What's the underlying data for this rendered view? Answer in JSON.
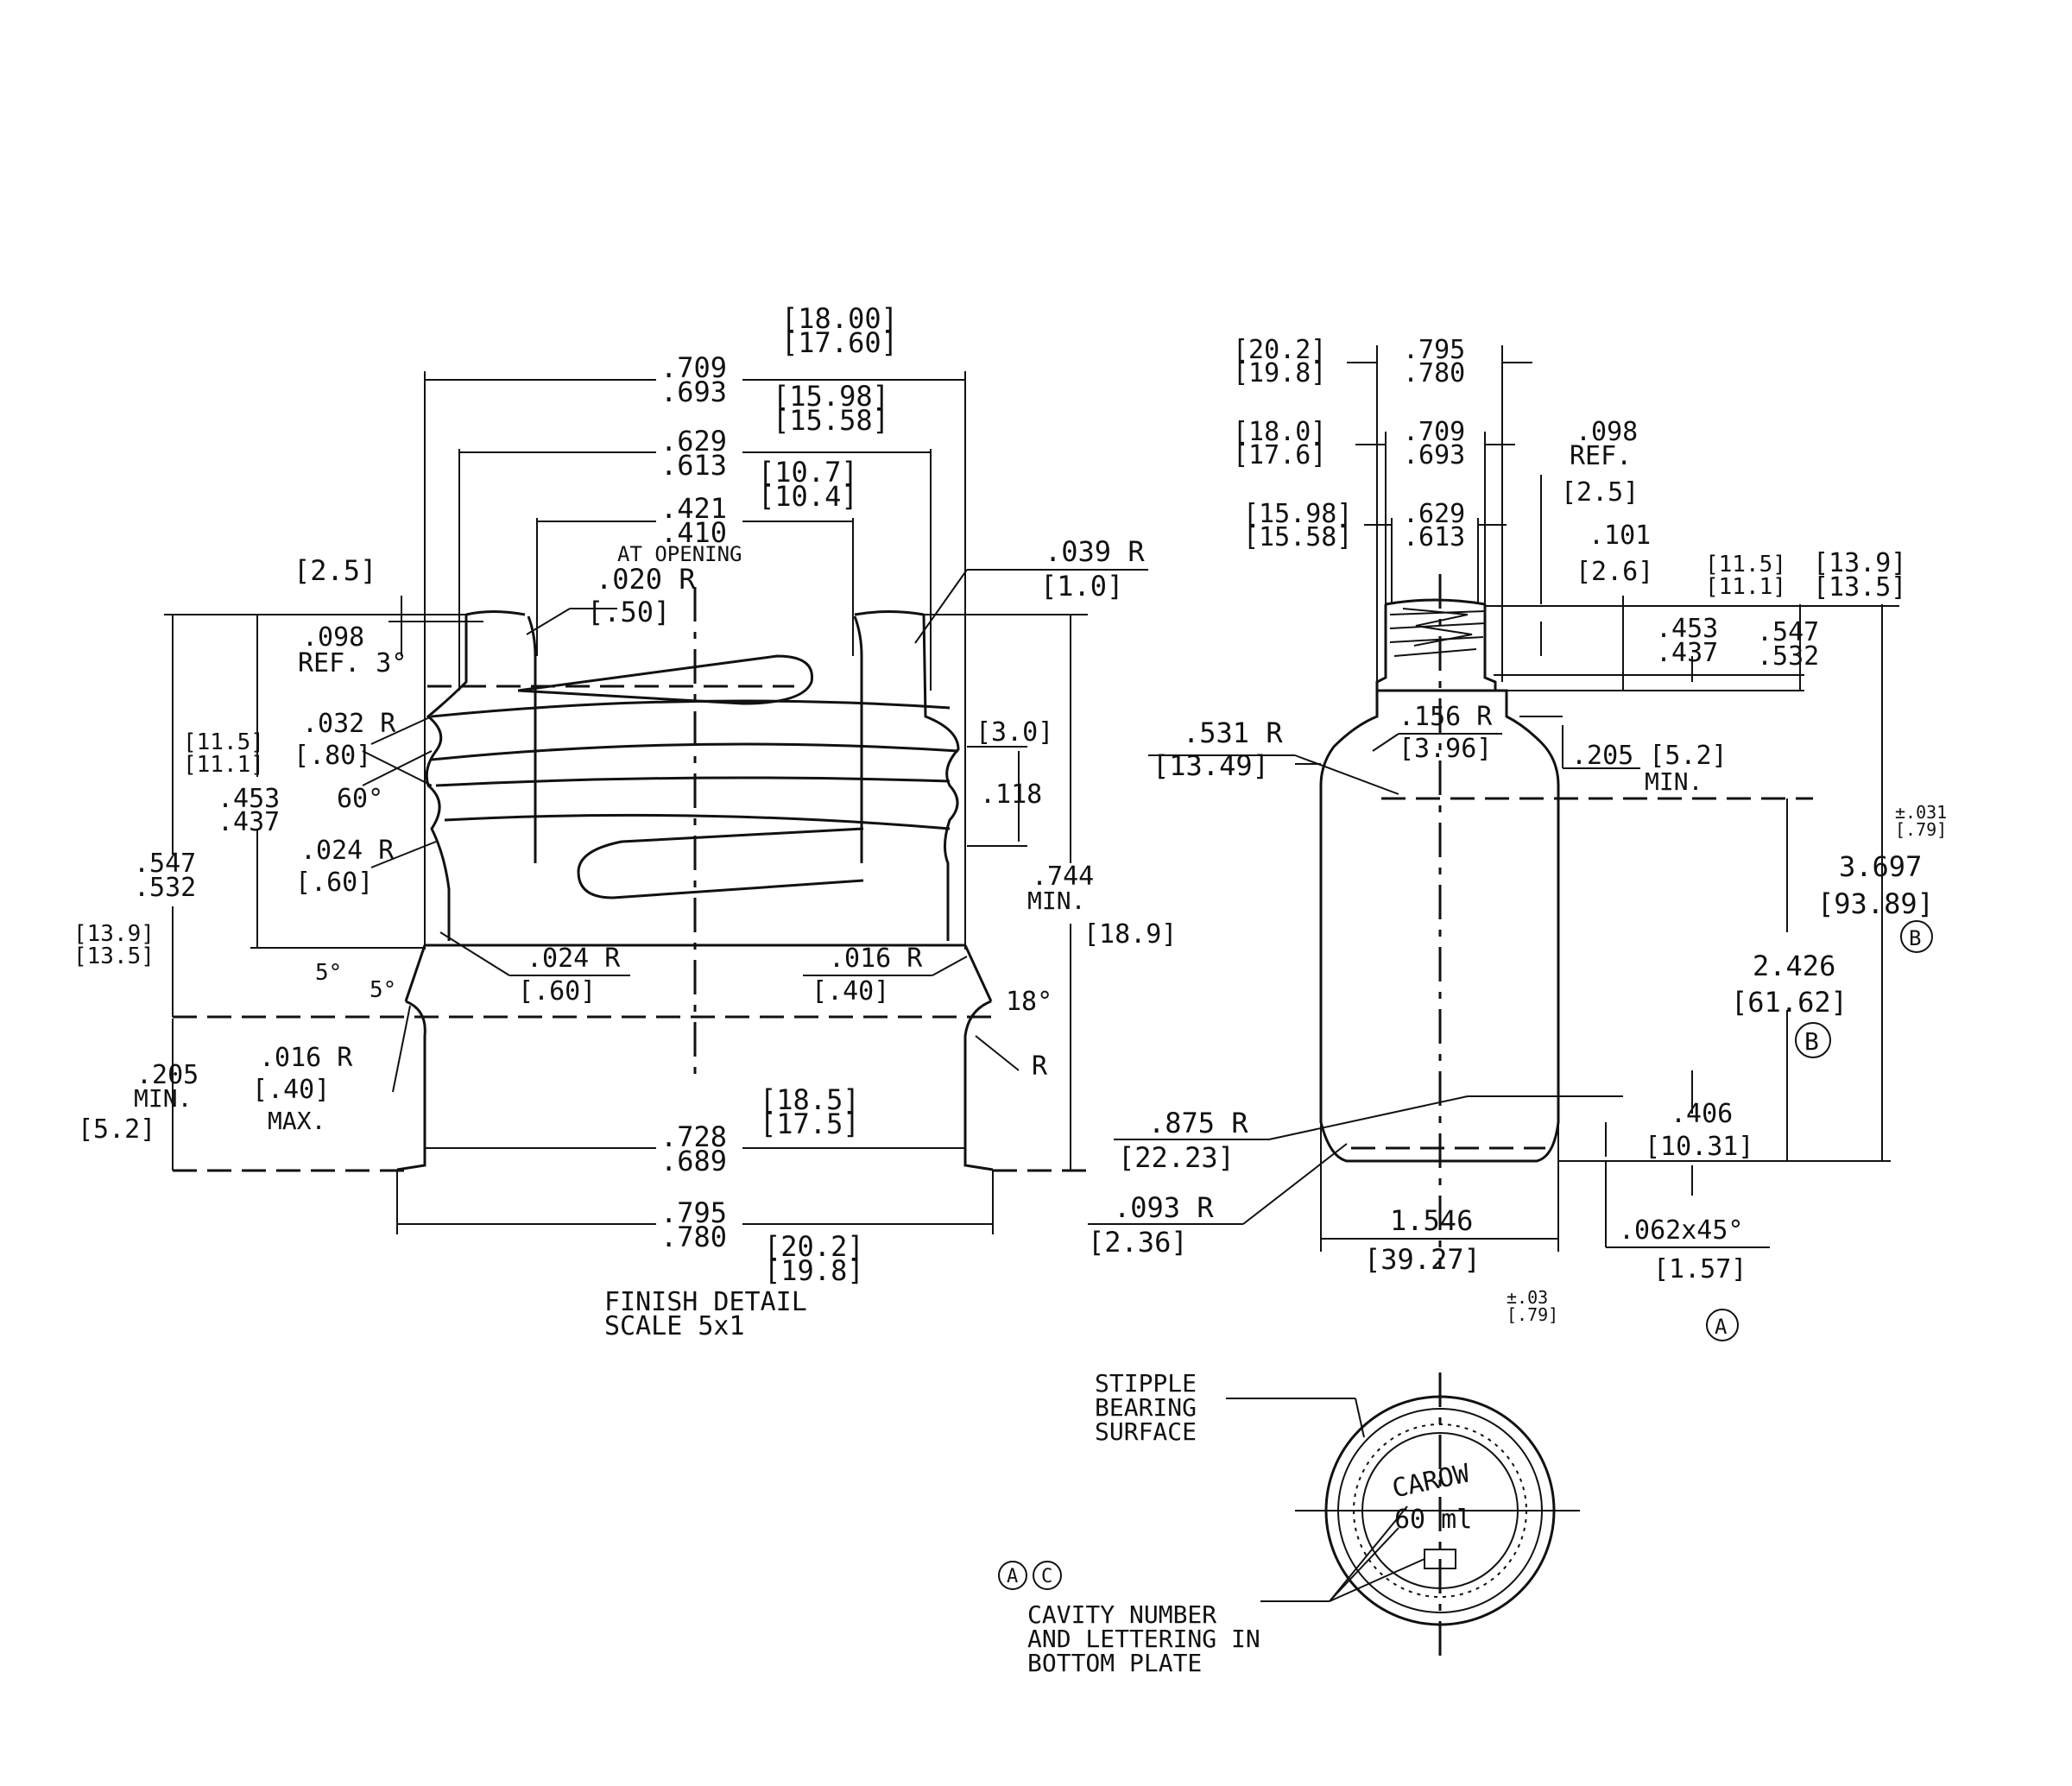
{
  "finish": {
    "d_top": [
      ".709",
      ".693"
    ],
    "d_top_mm": [
      "[18.00]",
      "[17.60]"
    ],
    "d_mid": [
      ".629",
      ".613"
    ],
    "d_mid_mm": [
      "[15.98]",
      "[15.58]"
    ],
    "d_open": [
      ".421",
      ".410"
    ],
    "d_open_mm": [
      "[10.7]",
      "[10.4]"
    ],
    "at_opening": "AT OPENING",
    "r020": ".020 R",
    "r020_mm": "[.50]",
    "r039": ".039 R",
    "r039_mm": "[1.0]",
    "ref25": "[2.5]",
    "ref098": ".098",
    "ref3": "REF. 3°",
    "r032": ".032 R",
    "r032_mm": "[.80]",
    "h115": [
      "[11.5]",
      "[11.1]"
    ],
    "h453": [
      ".453",
      ".437"
    ],
    "ang60": "60°",
    "r024a": ".024 R",
    "r024a_mm": "[.60]",
    "h547": [
      ".547",
      ".532"
    ],
    "h139": [
      "[13.9]",
      "[13.5]"
    ],
    "ang5a": "5°",
    "ang5b": "5°",
    "r024b": ".024 R",
    "r024b_mm": "[.60]",
    "r016a": ".016 R",
    "r016a_mm": "[.40]",
    "ang18": "18°",
    "r": "R",
    "h30": "[3.0]",
    "h118": ".118",
    "h744": [
      ".744",
      "MIN."
    ],
    "h189": "[18.9]",
    "h205": [
      ".205",
      "MIN."
    ],
    "h52": "[5.2]",
    "r016b": ".016 R",
    "r016b_mm": "[.40]",
    "max": "MAX.",
    "d728": [
      ".728",
      ".689"
    ],
    "d185": [
      "[18.5]",
      "[17.5]"
    ],
    "d795": [
      ".795",
      ".780"
    ],
    "d202": [
      "[20.2]",
      "[19.8]"
    ],
    "caption": [
      "FINISH DETAIL",
      "SCALE 5x1"
    ]
  },
  "bottle": {
    "d795": [
      ".795",
      ".780"
    ],
    "d202": [
      "[20.2]",
      "[19.8]"
    ],
    "d709": [
      ".709",
      ".693"
    ],
    "d180": [
      "[18.0]",
      "[17.6]"
    ],
    "d629": [
      ".629",
      ".613"
    ],
    "d1598": [
      "[15.98]",
      "[15.58]"
    ],
    "ref098": [
      ".098",
      "REF."
    ],
    "ref25": "[2.5]",
    "h101": ".101",
    "h26": "[2.6]",
    "h115": [
      "[11.5]",
      "[11.1]"
    ],
    "h139": [
      "[13.9]",
      "[13.5]"
    ],
    "h453": [
      ".453",
      ".437"
    ],
    "h547": [
      ".547",
      ".532"
    ],
    "r156": ".156 R",
    "r156_mm": "[3.96]",
    "h205": ".205 [5.2]",
    "min": "MIN.",
    "r531": ".531 R",
    "r531_mm": "[13.49]",
    "tol031a": [
      "±.031",
      "[.79]"
    ],
    "h3697": "3.697",
    "h9389": "[93.89]",
    "h2426": "2.426",
    "h6162": "[61.62]",
    "h406": ".406",
    "h1031": "[10.31]",
    "r875": ".875 R",
    "r875_mm": "[22.23]",
    "r093": ".093 R",
    "r093_mm": "[2.36]",
    "d1546": "1.546",
    "d3927": "[39.27]",
    "tol031b": [
      "±.03",
      "[.79]"
    ],
    "ch062": ".062x45°",
    "ch157": "[1.57]",
    "circ_a": "A",
    "circ_b": "B"
  },
  "bottom": {
    "stipple": [
      "STIPPLE",
      "BEARING",
      "SURFACE"
    ],
    "brand": "CAROW",
    "capacity": "60 ml",
    "note_marks": [
      "A",
      "C"
    ],
    "note": [
      "CAVITY NUMBER",
      "AND LETTERING IN",
      "BOTTOM PLATE"
    ]
  }
}
